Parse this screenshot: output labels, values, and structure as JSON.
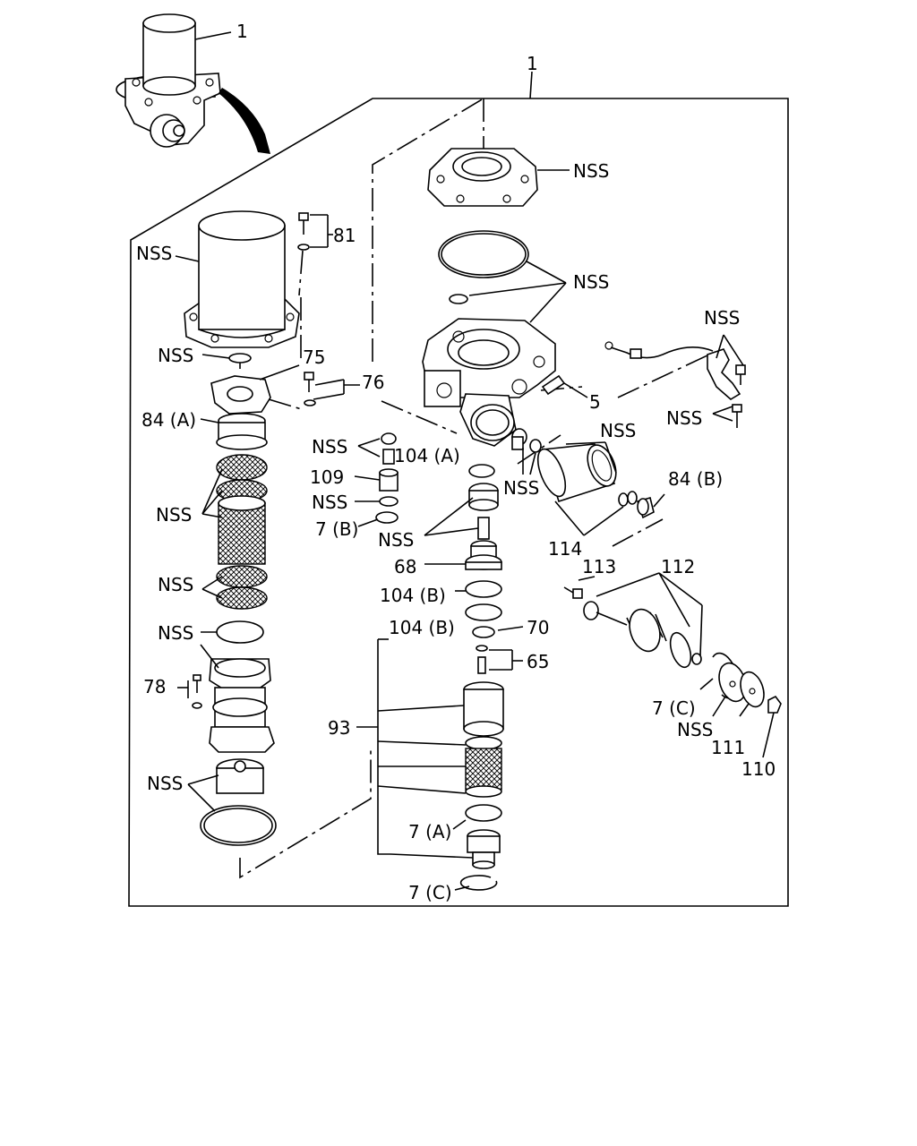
{
  "diagram": {
    "callouts": [
      {
        "id": "1-inset",
        "text": "1"
      },
      {
        "id": "1-main",
        "text": "1"
      },
      {
        "id": "nss-cover-plate",
        "text": "NSS"
      },
      {
        "id": "81",
        "text": "81"
      },
      {
        "id": "nss-cartridge",
        "text": "NSS"
      },
      {
        "id": "nss-rings",
        "text": "NSS"
      },
      {
        "id": "nss-washer",
        "text": "NSS"
      },
      {
        "id": "75",
        "text": "75"
      },
      {
        "id": "76",
        "text": "76"
      },
      {
        "id": "84a",
        "text": "84 (A)"
      },
      {
        "id": "nss-filter",
        "text": "NSS"
      },
      {
        "id": "nss-lower-mesh",
        "text": "NSS"
      },
      {
        "id": "nss-housing",
        "text": "NSS"
      },
      {
        "id": "78",
        "text": "78"
      },
      {
        "id": "nss-bottom",
        "text": "NSS"
      },
      {
        "id": "nss-sensor",
        "text": "NSS"
      },
      {
        "id": "nss-sensor-screw",
        "text": "NSS"
      },
      {
        "id": "5",
        "text": "5"
      },
      {
        "id": "nss-cap",
        "text": "NSS"
      },
      {
        "id": "104a",
        "text": "104 (A)"
      },
      {
        "id": "109",
        "text": "109"
      },
      {
        "id": "nss-small",
        "text": "NSS"
      },
      {
        "id": "7b",
        "text": "7 (B)"
      },
      {
        "id": "nss-sleeve",
        "text": "NSS"
      },
      {
        "id": "nss-valve",
        "text": "NSS"
      },
      {
        "id": "nss-fitting",
        "text": "NSS"
      },
      {
        "id": "84b",
        "text": "84 (B)"
      },
      {
        "id": "114",
        "text": "114"
      },
      {
        "id": "68",
        "text": "68"
      },
      {
        "id": "104b-1",
        "text": "104 (B)"
      },
      {
        "id": "104b-2",
        "text": "104 (B)"
      },
      {
        "id": "70",
        "text": "70"
      },
      {
        "id": "65",
        "text": "65"
      },
      {
        "id": "113",
        "text": "113"
      },
      {
        "id": "112",
        "text": "112"
      },
      {
        "id": "93",
        "text": "93"
      },
      {
        "id": "7c-right",
        "text": "7 (C)"
      },
      {
        "id": "nss-right",
        "text": "NSS"
      },
      {
        "id": "111",
        "text": "111"
      },
      {
        "id": "110",
        "text": "110"
      },
      {
        "id": "7a",
        "text": "7 (A)"
      },
      {
        "id": "7c-bottom",
        "text": "7 (C)"
      }
    ]
  }
}
